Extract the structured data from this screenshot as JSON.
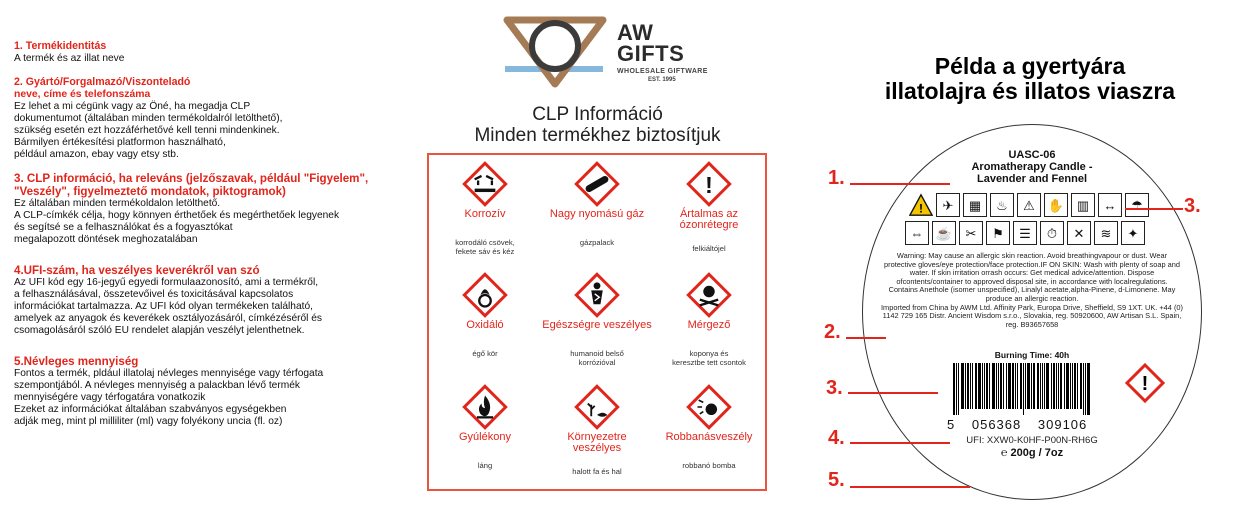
{
  "left": {
    "s1": {
      "title": "1. Termékidentitás",
      "body": "A termék és az illat neve"
    },
    "s2": {
      "title": "2. Gyártó/Forgalmazó/Viszonteladó",
      "subtitle": "neve, címe és telefonszáma",
      "body": "Ez lehet a mi cégünk vagy az Öné, ha megadja CLP\ndokumentumot (általában minden termékoldalról letölthető),\nszükség esetén ezt hozzáférhetővé kell tenni mindenkinek.\nBármilyen értékesítési platformon használható,\n például amazon, ebay vagy etsy stb."
    },
    "s3": {
      "title": "3. CLP információ, ha releváns (jelzőszavak, például \"Figyelem\",\n\"Veszély\", figyelmeztető mondatok, piktogramok)",
      "body": "Ez általában minden termékoldalon letölthető.\nA CLP-címkék célja, hogy könnyen érthetőek és megérthetőek legyenek\nés segítsé se a felhasználókat és a fogyasztókat\nmegalapozott döntések meghozatalában"
    },
    "s4": {
      "title": "4.UFI-szám, ha veszélyes keverékről van szó",
      "body": "Az UFI kód egy 16-jegyű egyedi formulaazonosító, ami a termékről,\na felhasználásával, összetevőivel és toxicitásával kapcsolatos\ninformációkat tartalmazza. Az UFI kód olyan termékeken található,\namelyek az anyagok és keverékek osztályozásáról, címkézéséről és\ncsomagolásáról szóló EU rendelet alapján veszélyt jelenthetnek."
    },
    "s5": {
      "title": "5.Névleges mennyiség",
      "body": "Fontos a termék, pldául illatolaj névleges mennyisége vagy térfogata\nszempontjából. A névleges mennyiség a palackban lévő termék\nmennyiségére vagy térfogatára vonatkozik\nEzeket az információkat általában szabványos egységekben\nadják meg, mint pl milliliter (ml) vagy folyékony uncia (fl. oz)"
    }
  },
  "logo": {
    "line1": "AW",
    "line2": "GIFTS",
    "tagline": "WHOLESALE GIFTWARE",
    "est": "EST. 1995"
  },
  "clp": {
    "title1": "CLP Információ",
    "title2": "Minden termékhez biztosítjuk",
    "pictograms": [
      {
        "icon": "corrosive-icon",
        "name": "Korrozív",
        "desc": "korrodáló csövek,\nfekete sáv és kéz"
      },
      {
        "icon": "gas-cylinder-icon",
        "name": "Nagy nyomású gáz",
        "desc": "gázpalack"
      },
      {
        "icon": "exclamation-icon",
        "name": "Ártalmas az\nózonrétegre",
        "desc": "felkiáltójel"
      },
      {
        "icon": "flame-over-circle-icon",
        "name": "Oxidáló",
        "desc": "égő kör"
      },
      {
        "icon": "health-hazard-icon",
        "name": "Egészségre veszélyes",
        "desc": "humanoid belső\nkorrózióval"
      },
      {
        "icon": "skull-icon",
        "name": "Mérgező",
        "desc": "koponya és\nkeresztbe tett csontok"
      },
      {
        "icon": "flame-icon",
        "name": "Gyúlékony",
        "desc": "láng"
      },
      {
        "icon": "environment-icon",
        "name": "Környezetre\nveszélyes",
        "desc": "halott fa és hal"
      },
      {
        "icon": "exploding-bomb-icon",
        "name": "Robbanásveszély",
        "desc": "robbanó bomba"
      }
    ],
    "accent": "#e1251b"
  },
  "example": {
    "title1": "Példa a gyertyára",
    "title2": "illatolajra és illatos viaszra"
  },
  "label": {
    "code": "UASC-06",
    "name1": "Aromatherapy Candle -",
    "name2": "Lavender and Fennel",
    "warning": "Warning:  May cause an allergic skin reaction.  Avoid breathingvapour or dust.  Wear protective gloves/eye protection/face protection.IF ON SKIN: Wash with plenty of soap and water.  If skin irritation orrash occurs: Get medical advice/attention.  Dispose ofcontents/container to approved disposal site, in accordance with localregulations.  Contains Anethole (isomer unspecified), Linalyl acetate,alpha-Pinene, d-Limonene. May produce an allergic reaction.\nImported from China by AWM Ltd. Affinity Park, Europa Drive, Sheffield, S9 1XT. UK. +44 (0) 1142 729 165  Distr. Ancient Wisdom s.r.o., Slovakia, reg. 50920600, AW Artisan S.L. Spain, reg. B93657658",
    "burning": "Burning Time: 40h",
    "barcode": [
      "5",
      "056368",
      "309106"
    ],
    "ufi": "UFI: XXW0-K0HF-P00N-RH6G",
    "weight": "℮ 200g / 7oz"
  },
  "markers": [
    "1.",
    "2.",
    "3.",
    "3.",
    "4.",
    "5."
  ]
}
